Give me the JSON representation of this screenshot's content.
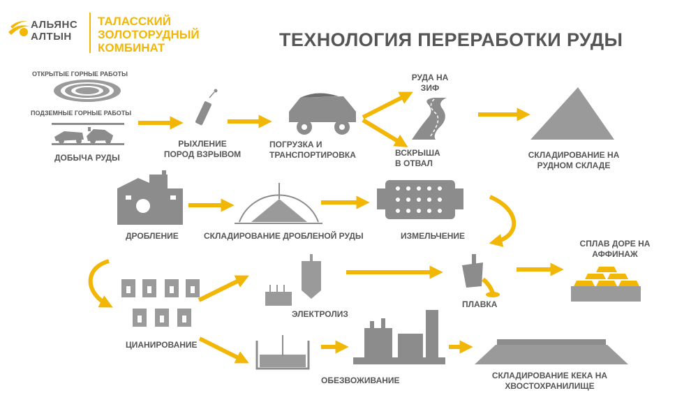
{
  "brand": {
    "logo_icon": "sun-swoosh-logo",
    "name_line1": "АЛЬЯНС",
    "name_line2": "АЛТЫН",
    "plant_line1": "ТАЛАССКИЙ",
    "plant_line2": "ЗОЛОТОРУДНЫЙ",
    "plant_line3": "КОМБИНАТ"
  },
  "title": "ТЕХНОЛОГИЯ ПЕРЕРАБОТКИ РУДЫ",
  "colors": {
    "accent": "#f2b705",
    "gray": "#8c8c8c",
    "text": "#555555"
  },
  "stages": {
    "open_pit": "ОТКРЫТЫЕ ГОРНЫЕ РАБОТЫ",
    "underground": "ПОДЗЕМНЫЕ ГОРНЫЕ РАБОТЫ",
    "mining": "ДОБЫЧА РУДЫ",
    "blasting_1": "РЫХЛЕНИЕ",
    "blasting_2": "ПОРОД ВЗРЫВОМ",
    "loading_1": "ПОГРУЗКА И",
    "loading_2": "ТРАНСПОРТИРОВКА",
    "ore_zif_1": "РУДА НА",
    "ore_zif_2": "ЗИФ",
    "overburden_1": "ВСКРЫША",
    "overburden_2": "В ОТВАЛ",
    "stockpile_1": "СКЛАДИРОВАНИЕ НА",
    "stockpile_2": "РУДНОМ СКЛАДЕ",
    "crushing": "ДРОБЛЕНИЕ",
    "crushed_storage": "СКЛАДИРОВАНИЕ ДРОБЛЕНОЙ РУДЫ",
    "grinding": "ИЗМЕЛЬЧЕНИЕ",
    "dore_1": "СПЛАВ ДОРЕ НА",
    "dore_2": "АФФИНАЖ",
    "smelting": "ПЛАВКА",
    "electrolysis": "ЭЛЕКТРОЛИЗ",
    "cyanidation": "ЦИАНИРОВАНИЕ",
    "dewatering": "ОБЕЗВОЖИВАНИЕ",
    "tailings_1": "СКЛАДИРОВАНИЕ КЕКА НА",
    "tailings_2": "ХВОСТОХРАНИЛИЩЕ"
  },
  "icons": {
    "open_pit": "open-pit-icon",
    "underground": "underground-mining-icon",
    "dynamite": "dynamite-icon",
    "truck": "dump-truck-icon",
    "road": "road-icon",
    "ore_pile": "ore-pile-icon",
    "crusher": "crusher-plant-icon",
    "dome": "storage-dome-icon",
    "mill": "ball-mill-icon",
    "ladle": "smelting-ladle-icon",
    "gold_bars": "gold-bars-icon",
    "tanks": "leach-tanks-icon",
    "electrolysis_cell": "electrolysis-cell-icon",
    "column": "column-tank-icon",
    "filter_press": "filter-press-icon",
    "factory": "dewatering-plant-icon",
    "tailings": "tailings-pond-icon"
  }
}
